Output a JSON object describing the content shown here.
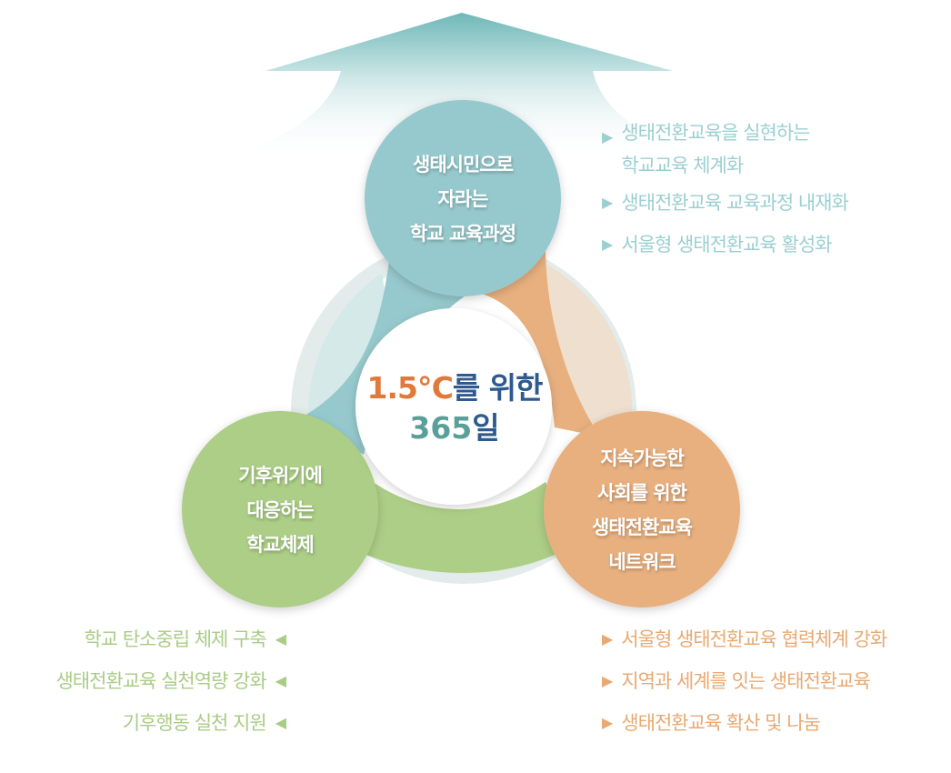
{
  "colors": {
    "teal": "#96c9cd",
    "orange": "#e8b07f",
    "green": "#acce86",
    "navy": "#2e5a8f"
  },
  "center": {
    "line1_number": "1.5℃",
    "line1_text": "를 위한",
    "line2_number": "365",
    "line2_text": "일"
  },
  "top_circle": {
    "lines": [
      "생태시민으로",
      "자라는",
      "학교 교육과정"
    ]
  },
  "left_circle": {
    "lines": [
      "기후위기에",
      "대응하는",
      "학교체제"
    ]
  },
  "right_circle": {
    "lines": [
      "지속가능한",
      "사회를 위한",
      "생태전환교육",
      "네트워크"
    ]
  },
  "top_list": [
    {
      "line1": "생태전환교육을 실현하는",
      "line2": "학교교육 체계화"
    },
    {
      "line1": "생태전환교육 교육과정 내재화"
    },
    {
      "line1": "서울형 생태전환교육 활성화"
    }
  ],
  "left_list": [
    "학교 탄소중립 체제 구축",
    "생태전환교육 실천역량 강화",
    "기후행동 실천 지원"
  ],
  "right_list": [
    "서울형 생태전환교육 협력체계 강화",
    "지역과 세계를 잇는 생태전환교육",
    "생태전환교육 확산 및 나눔"
  ]
}
